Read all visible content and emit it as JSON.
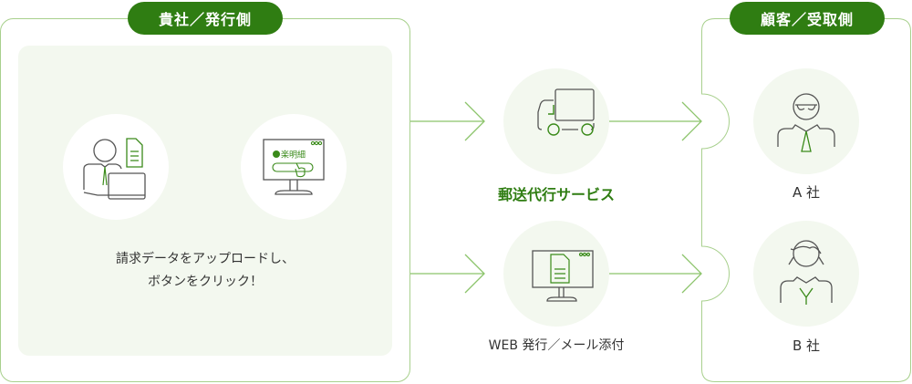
{
  "sender": {
    "badge": "貴社／発行側",
    "instruction_line1": "請求データをアップロードし、",
    "instruction_line2": "ボタンをクリック！",
    "monitor_logo_text": "楽明細"
  },
  "channels": [
    {
      "label": "郵送代行サービス",
      "icon": "truck-icon"
    },
    {
      "label": "WEB 発行／メール添付",
      "icon": "monitor-document-icon"
    }
  ],
  "receiver": {
    "badge": "顧客／受取側",
    "companies": [
      {
        "label": "A 社",
        "icon": "businessman-icon"
      },
      {
        "label": "B 社",
        "icon": "businesswoman-icon"
      }
    ]
  },
  "colors": {
    "brand": "#2f7d12",
    "line": "#8cc46b",
    "panel": "#f3f8ef"
  }
}
